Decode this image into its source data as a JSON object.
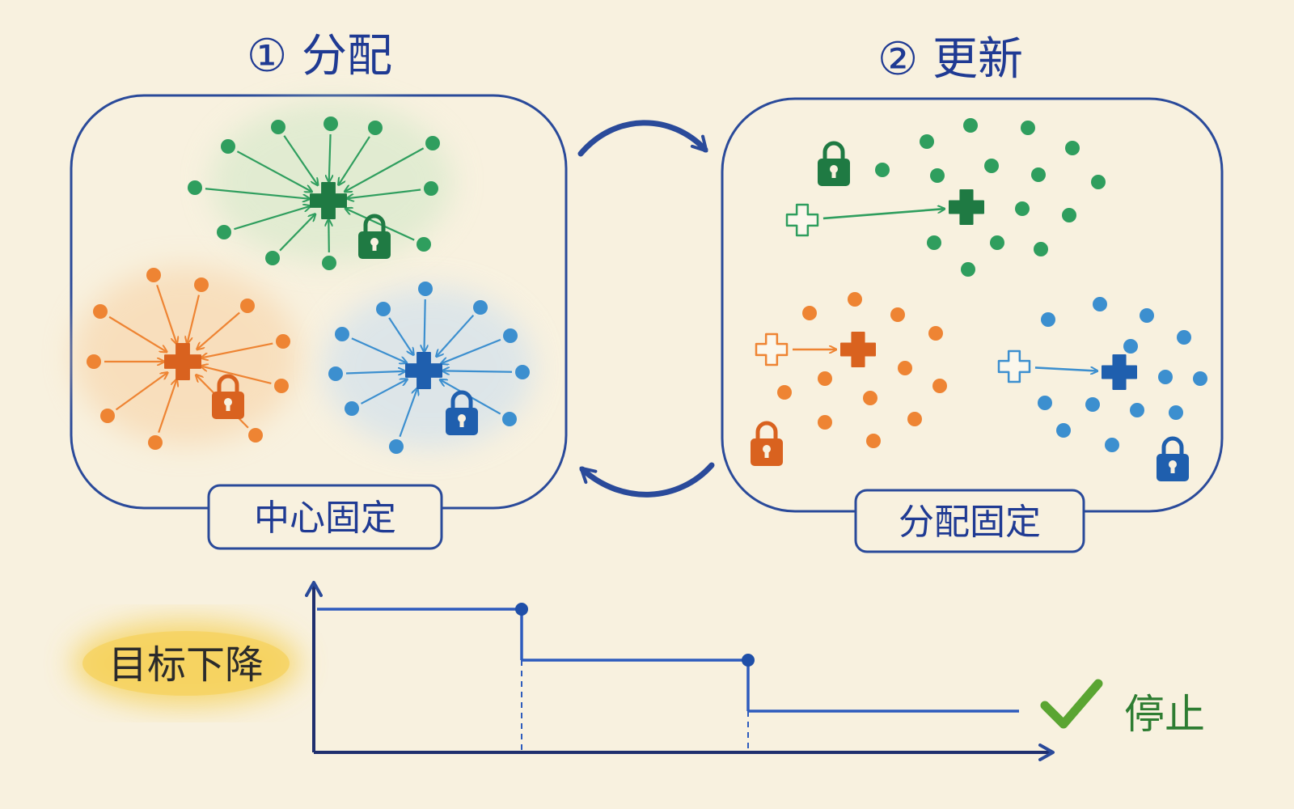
{
  "panels": [
    {
      "title": "① 分配",
      "caption": "中心固定"
    },
    {
      "title": "② 更新",
      "caption": "分配固定"
    }
  ],
  "plot": {
    "side_label": "目标下降",
    "stop_label": "停止",
    "steps": [
      3,
      2,
      1
    ]
  },
  "colors": {
    "green": "#2f9e5e",
    "green_dark": "#1f7a43",
    "orange": "#ee8433",
    "orange_dark": "#d9621f",
    "blue": "#3c8fcf",
    "blue_dark": "#1f5fae",
    "frame": "#2a4a9a",
    "check": "#5aa532",
    "highlight": "#f5d25c"
  },
  "icons": [
    "centroid-plus-icon",
    "lock-icon",
    "cycle-arrow-icon",
    "check-icon"
  ]
}
